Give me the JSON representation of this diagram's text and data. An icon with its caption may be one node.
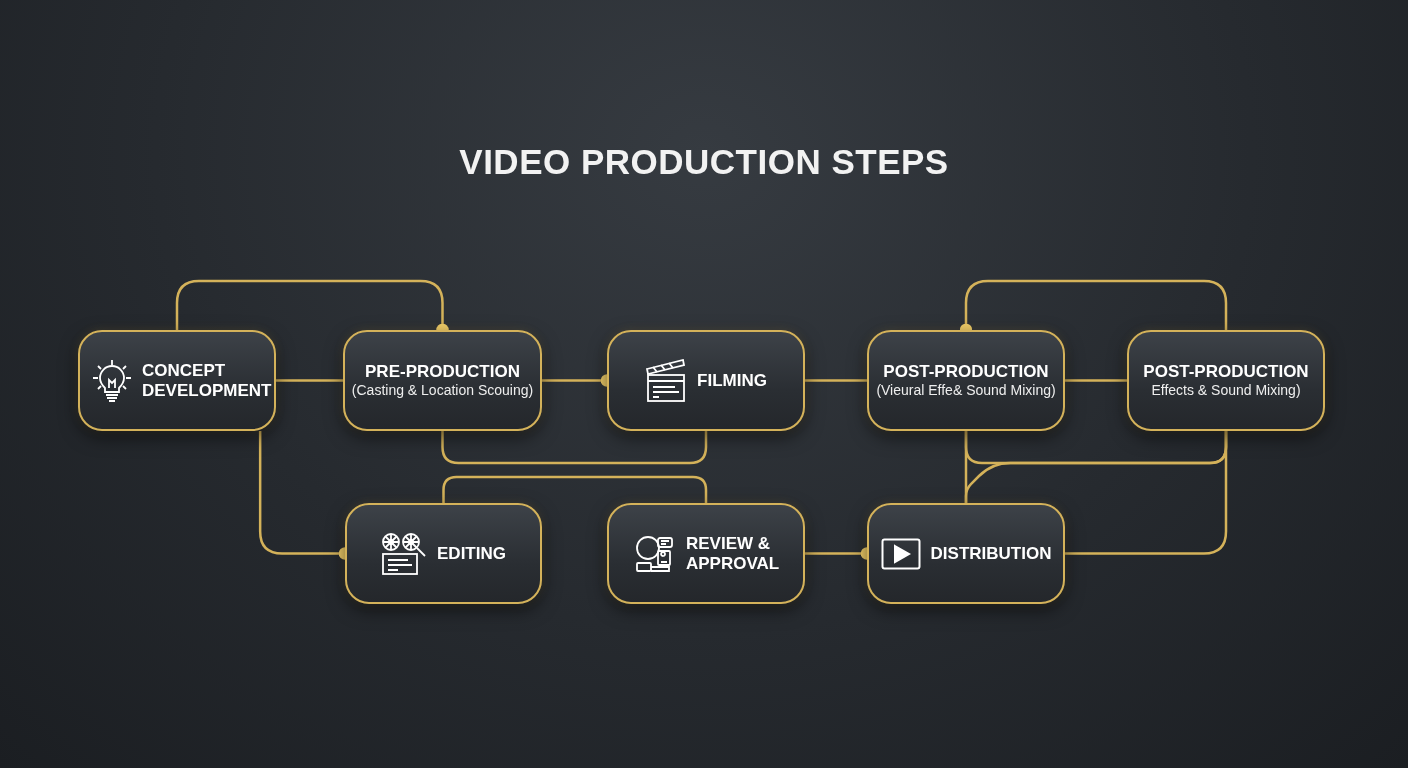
{
  "diagram": {
    "title": "VIDEO PRODUCTION STEPS",
    "nodes": [
      {
        "text": [
          "CONCEPT DEVELOPMENT"
        ]
      },
      {
        "text": [
          "PRE-PRODUCTION",
          "(Casting & Location Scouing)"
        ]
      },
      {
        "text": [
          "FILMING"
        ]
      },
      {
        "text": [
          "POST-PRODUCTION",
          "(Vieural Effe& Sound Mixing)"
        ]
      },
      {
        "text": [
          "POST-PRODUCTION",
          "Effects & Sound Mixing)"
        ]
      },
      {
        "text": [
          "EDITING"
        ]
      },
      {
        "text": [
          "REVIEW & APPROVAL"
        ]
      },
      {
        "text": [
          "DISTRIBUTION"
        ]
      }
    ],
    "edges": [
      {
        "from": 0,
        "to": 1,
        "arrow": "other"
      },
      {
        "from": 0,
        "to": 1,
        "arrow": "none"
      },
      {
        "from": 1,
        "to": 2,
        "arrow": "other"
      },
      {
        "from": 1,
        "to": 2,
        "arrow": "none"
      },
      {
        "from": 5,
        "to": 6,
        "arrow": "none"
      },
      {
        "from": 0,
        "to": 5,
        "arrow": "other"
      },
      {
        "from": 2,
        "to": 3,
        "arrow": "none"
      },
      {
        "from": 4,
        "to": 3,
        "arrow": "other"
      },
      {
        "from": 3,
        "to": 4,
        "arrow": "none"
      },
      {
        "from": 6,
        "to": 7,
        "arrow": "other"
      },
      {
        "from": 7,
        "to": 4,
        "arrow": "none"
      },
      {
        "from": 3,
        "to": 7,
        "arrow": "none"
      },
      {
        "from": 3,
        "to": 4,
        "arrow": "none"
      },
      {
        "from": 7,
        "to": 4,
        "arrow": "none"
      }
    ]
  }
}
